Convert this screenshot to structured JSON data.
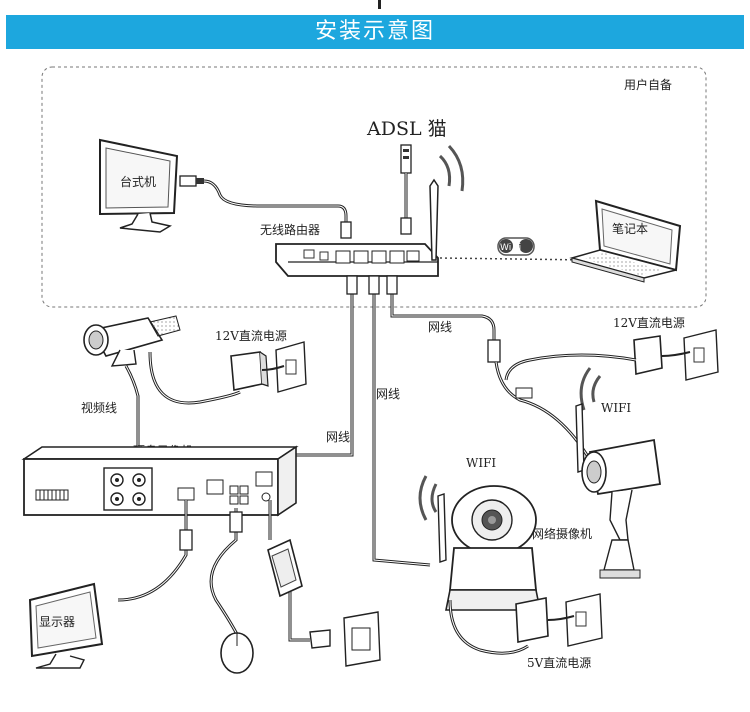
{
  "header": {
    "title": "安装示意图"
  },
  "zone": {
    "label": "用户自备"
  },
  "devices": {
    "adsl": "ADSL 猫",
    "desktop": "台式机",
    "router": "无线路由器",
    "laptop": "笔记本",
    "nvr": "硬盘录像机",
    "monitor": "显示器",
    "ip_camera": "网络摄像机"
  },
  "power": {
    "left_12v": "12V直流电源",
    "right_12v": "12V直流电源",
    "five_v": "5V直流电源"
  },
  "cables": {
    "video_line": "视频线",
    "net1": "网线",
    "net2": "网线",
    "net3": "网线"
  },
  "wireless": {
    "wifi_badge": "Wi Fi",
    "wifi_outdoor": "WIFI",
    "wifi_ptz": "WIFI"
  },
  "colors": {
    "banner": "#1da7de",
    "line": "#333333",
    "fill_light": "#f2f2f2"
  }
}
